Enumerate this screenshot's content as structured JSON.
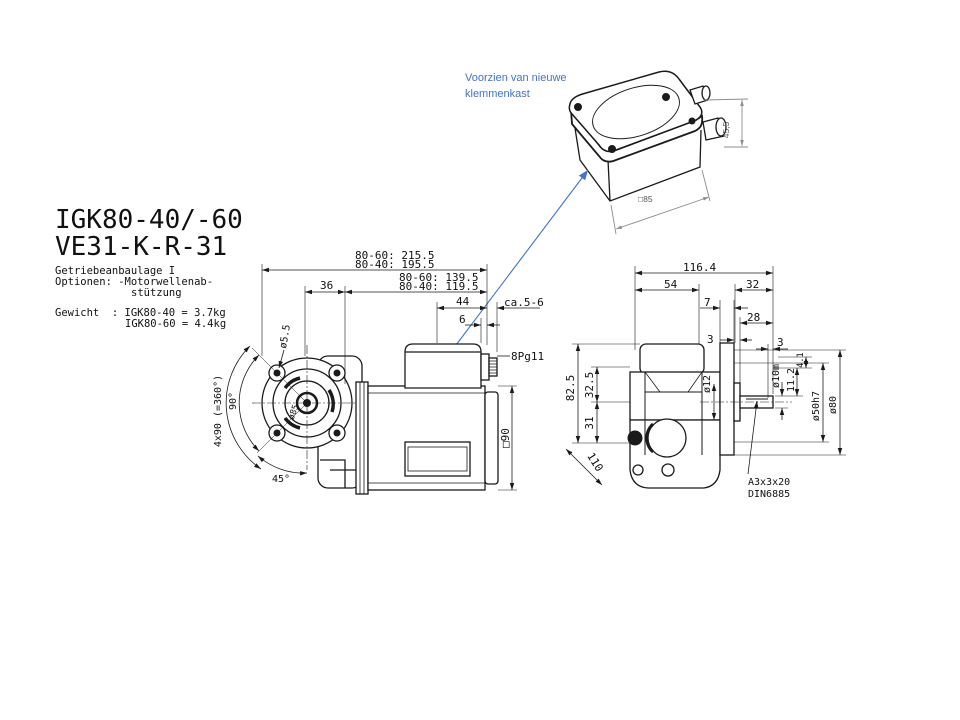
{
  "annotation": {
    "line1": "Voorzien van nieuwe",
    "line2": "klemmenkast",
    "color": "#4472c4"
  },
  "junction_box": {
    "height_label": "45,5",
    "size_label": "□85",
    "dimension_color": "#8c8c8c"
  },
  "title": {
    "line1": "IGK80-40/-60",
    "line2": "VE31-K-R-31"
  },
  "specs": {
    "mounting": "Getriebeanbaulage I",
    "options_line1": "Optionen: -Motorwellenab-",
    "options_line2": "stützung",
    "weight_line1": "Gewicht  : IGK80-40 = 3.7kg",
    "weight_line2": "IGK80-60 = 4.4kg"
  },
  "side_view": {
    "overall_length_80_60": "80-60: 215.5",
    "overall_length_80_40": "80-40: 195.5",
    "motor_length_80_60": "80-60: 139.5",
    "motor_length_80_40": "80-40: 119.5",
    "flange_to_motor": "36",
    "terminal_box_width": "44",
    "gland_projection": "ca.5-6",
    "terminal_box_offset": "6",
    "cable_gland": "8Pg11",
    "hole_diameter": "ø5.5",
    "hole_pattern": "4x90 (=360°)",
    "angle_90": "90°",
    "angle_45": "45°",
    "pitch_circle": "ø85",
    "motor_square": "□90"
  },
  "end_view": {
    "overall_length": "116.4",
    "dim_54": "54",
    "dim_32": "32",
    "dim_7": "7",
    "dim_28": "28",
    "dim_3_flange": "3",
    "dim_3_key": "3",
    "height_82_5": "82.5",
    "height_32_5": "32.5",
    "height_31": "31",
    "dim_110": "110",
    "boss_dia": "ø12",
    "shaft_dia": "ø10m",
    "dim_11_2": "11.2",
    "dim_4_1": "4.1",
    "spigot_dia": "ø50h7",
    "flange_dia": "ø80",
    "key_spec": "A3x3x20",
    "key_standard": "DIN6885"
  }
}
